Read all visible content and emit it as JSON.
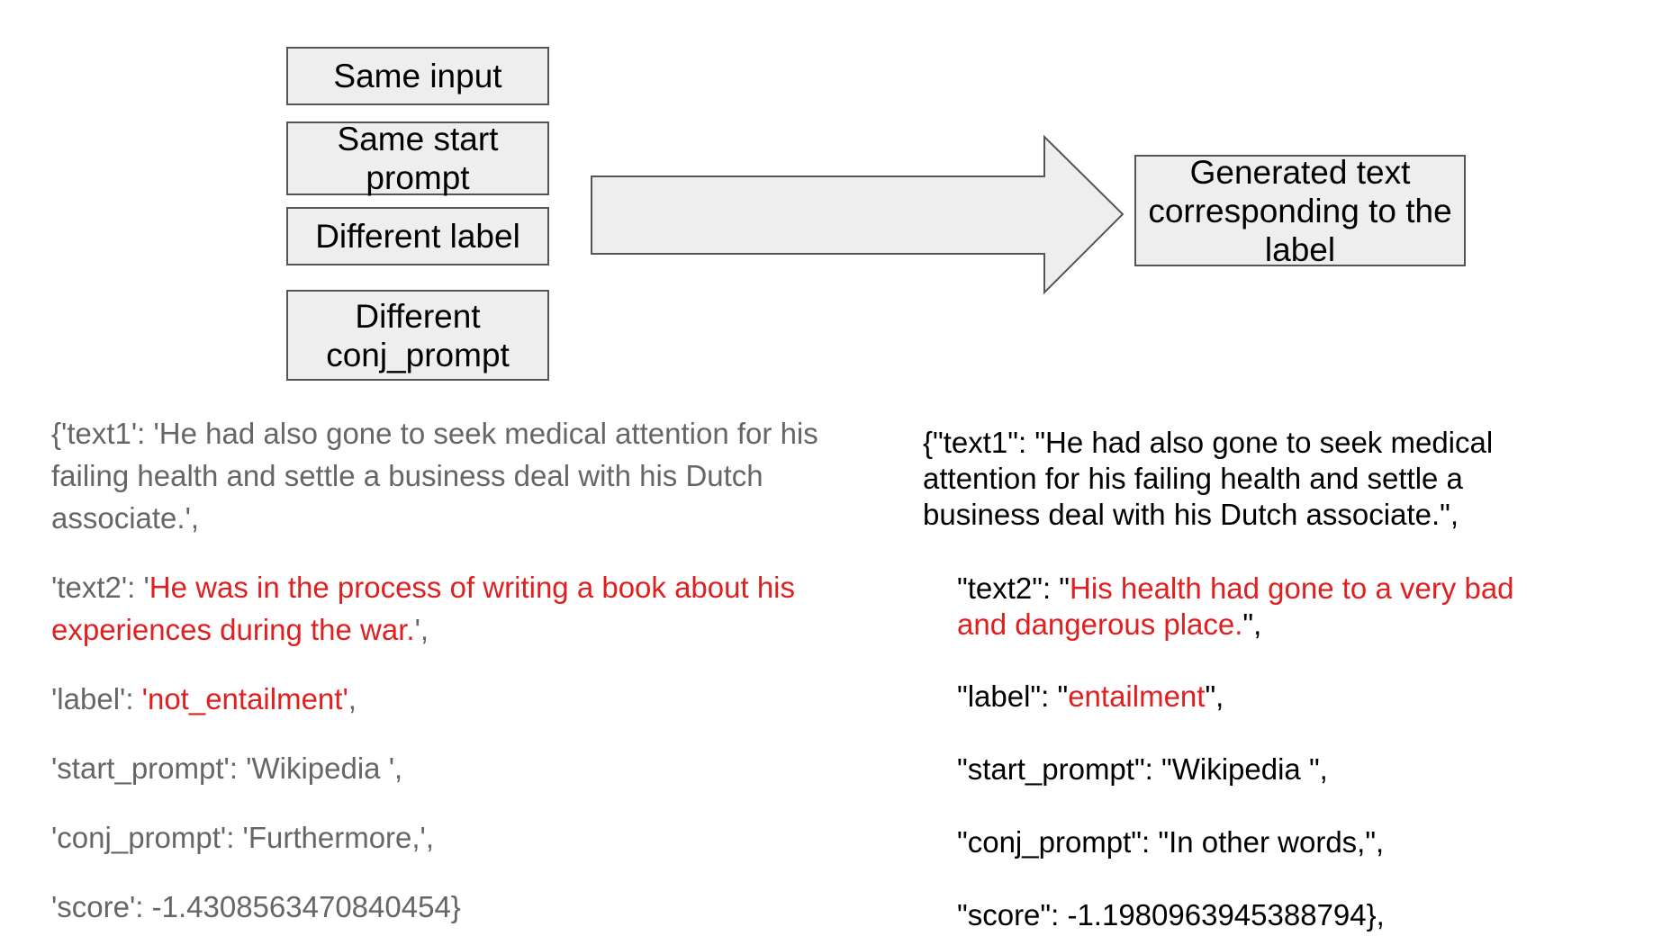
{
  "boxes": {
    "same_input": "Same input",
    "same_start_prompt": "Same start prompt",
    "different_label": "Different label",
    "different_conj_prompt": "Different conj_prompt",
    "generated_text": "Generated text corresponding to the label"
  },
  "left_example": {
    "text1_line": "{'text1': 'He had also gone to seek medical attention for his failing health and settle a business deal with his Dutch associate.',",
    "text2_prefix": "'text2': '",
    "text2_value": "He was in the process of writing a book about his experiences during the war.",
    "text2_suffix": "',",
    "label_prefix": "'label': ",
    "label_value": "'not_entailment'",
    "label_suffix": ",",
    "start_prompt_line": "'start_prompt': 'Wikipedia ',",
    "conj_prompt_line": "'conj_prompt': 'Furthermore,',",
    "score_line": "'score': -1.4308563470840454}"
  },
  "right_example": {
    "text1_line": "{\"text1\": \"He had also gone to seek medical attention for his failing health and settle a business deal with his Dutch associate.\",",
    "text2_prefix": "\"text2\": \"",
    "text2_value": "His health had gone to a very bad and dangerous place.",
    "text2_suffix": "\",",
    "label_prefix": "\"label\": \"",
    "label_value": "entailment",
    "label_suffix": "\",",
    "start_prompt_line": "\"start_prompt\": \"Wikipedia \",",
    "conj_prompt_line": "\"conj_prompt\": \"In other words,\",",
    "score_line": "\"score\": -1.1980963945388794},"
  },
  "colors": {
    "box_fill": "#eeeeee",
    "box_border": "#555555",
    "highlight": "#e02020",
    "left_text": "#666666"
  }
}
